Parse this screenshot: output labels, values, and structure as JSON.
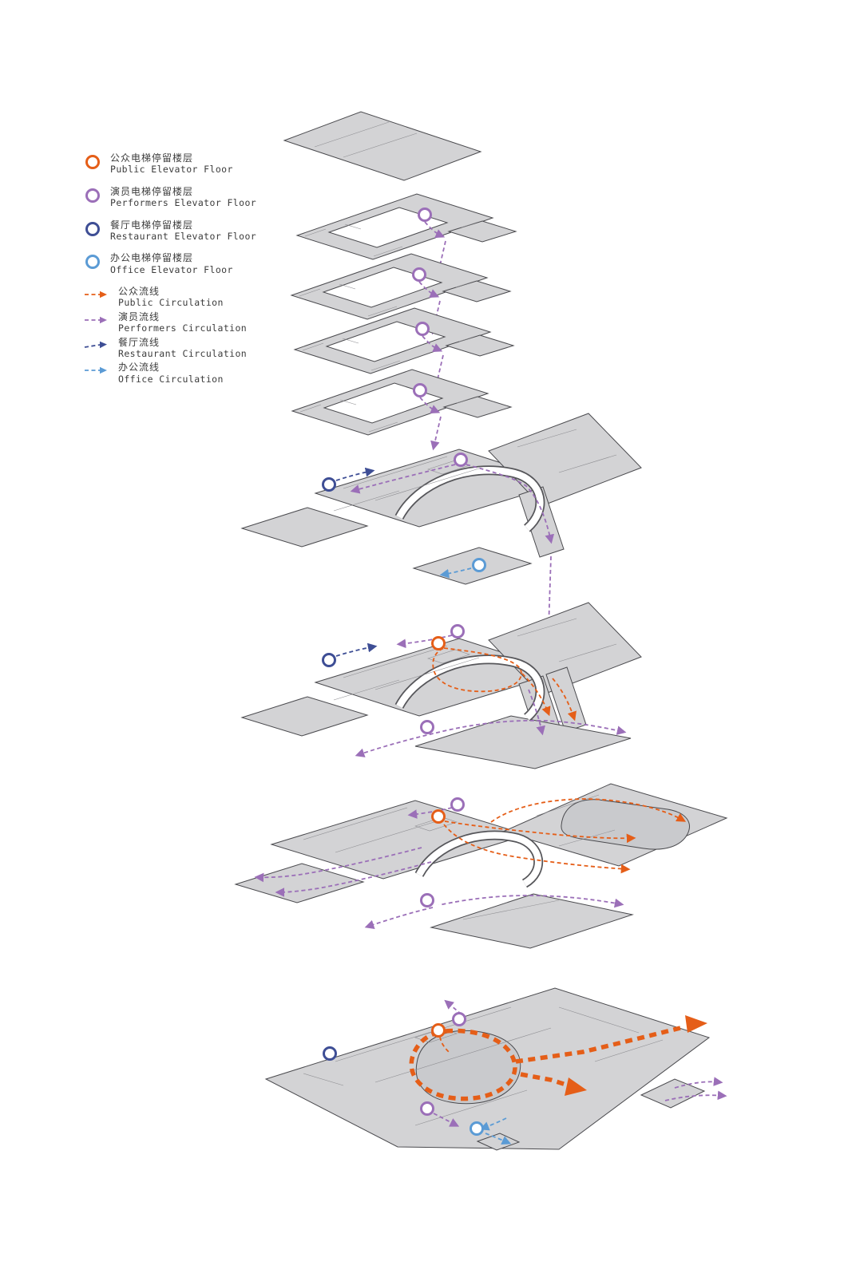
{
  "legend": {
    "elevator_floors": [
      {
        "zh": "公众电梯停留楼层",
        "en": "Public Elevator Floor",
        "color": "#e55e18"
      },
      {
        "zh": "演员电梯停留楼层",
        "en": "Performers Elevator Floor",
        "color": "#9b6fb8"
      },
      {
        "zh": "餐厅电梯停留楼层",
        "en": "Restaurant Elevator Floor",
        "color": "#3e4e95"
      },
      {
        "zh": "办公电梯停留楼层",
        "en": "Office Elevator Floor",
        "color": "#5b9bd5"
      }
    ],
    "circulations": [
      {
        "zh": "公众流线",
        "en": "Public Circulation",
        "color": "#e55e18"
      },
      {
        "zh": "演员流线",
        "en": "Performers Circulation",
        "color": "#9b6fb8"
      },
      {
        "zh": "餐厅流线",
        "en": "Restaurant Circulation",
        "color": "#3e4e95"
      },
      {
        "zh": "办公流线",
        "en": "Office Circulation",
        "color": "#5b9bd5"
      }
    ]
  },
  "diagram": {
    "type": "exploded-axonometric-circulation-diagram",
    "plate_fill": "#d3d3d5",
    "plate_stroke": "#4a4a4e",
    "floors": [
      {
        "id": "roof",
        "elevator_stops": []
      },
      {
        "id": "tower-level-4",
        "elevator_stops": [
          "performers"
        ]
      },
      {
        "id": "tower-level-3",
        "elevator_stops": [
          "performers"
        ]
      },
      {
        "id": "tower-level-2",
        "elevator_stops": [
          "performers"
        ]
      },
      {
        "id": "tower-level-1",
        "elevator_stops": [
          "performers"
        ]
      },
      {
        "id": "upper-podium-floor",
        "elevator_stops": [
          "restaurant",
          "performers",
          "office"
        ]
      },
      {
        "id": "middle-podium-floor",
        "elevator_stops": [
          "restaurant",
          "public",
          "performers",
          "performers"
        ]
      },
      {
        "id": "lower-podium-floor",
        "elevator_stops": [
          "public",
          "performers",
          "performers"
        ]
      },
      {
        "id": "ground-floor",
        "elevator_stops": [
          "restaurant",
          "public",
          "performers",
          "performers",
          "office"
        ]
      }
    ]
  }
}
